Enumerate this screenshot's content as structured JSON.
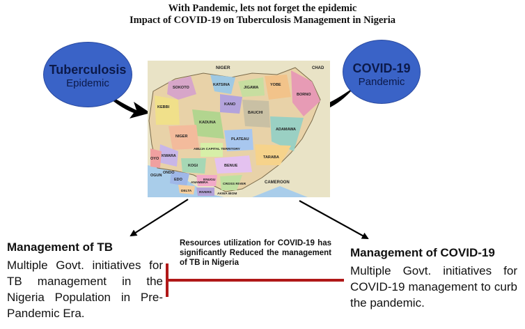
{
  "header": {
    "line1": "With Pandemic, lets not forget the epidemic",
    "line2": "Impact of COVID-19 on Tuberculosis Management in Nigeria"
  },
  "tb_bubble": {
    "title": "Tuberculosis",
    "subtitle": "Epidemic"
  },
  "covid_bubble": {
    "title": "COVID-19",
    "subtitle": "Pandemic"
  },
  "map_labels": {
    "niger": "NIGER",
    "sokoto": "SOKOTO",
    "katsina": "KATSINA",
    "kebbi": "KEBBI",
    "jigawa": "JIGAWA",
    "yobe": "YOBE",
    "borno": "BORNO",
    "kano": "KANO",
    "kaduna": "KADUNA",
    "bauchi": "BAUCHI",
    "plateau": "PLATEAU",
    "adamawa": "ADAMAWA",
    "kwara": "KWARA",
    "abuja": "ABUJA CAPITAL TERRITORY",
    "oyo": "OYO",
    "ogun": "OGUN",
    "ondo": "ONDO",
    "edo": "EDO",
    "kogi": "KOGI",
    "benue": "BENUE",
    "taraba": "TARABA",
    "anambra": "ANAMBRA",
    "enugu": "ENUGU",
    "cross_river": "CROSS RIVER",
    "delta": "DELTA",
    "rivers": "RIVERS",
    "akwa_ibom": "AKWA IBOM",
    "cameroon": "CAMEROON",
    "chad": "CHAD"
  },
  "tb_management": {
    "title": "Management of TB",
    "body": "Multiple Govt. initiatives for TB management in the Nigeria Population in Pre-Pandemic Era."
  },
  "covid_management": {
    "title": "Management of COVID-19",
    "body": "Multiple Govt. initiatives for COVID-19 management to curb the pandemic."
  },
  "resource_note": "Resources utilization for COVID-19 has significantly Reduced the management of TB in Nigeria",
  "colors": {
    "ellipse_fill": "#3a63c7",
    "inhibit_line": "#b01818",
    "sea": "#a9cdea",
    "land_outside": "#e9e3c6"
  }
}
